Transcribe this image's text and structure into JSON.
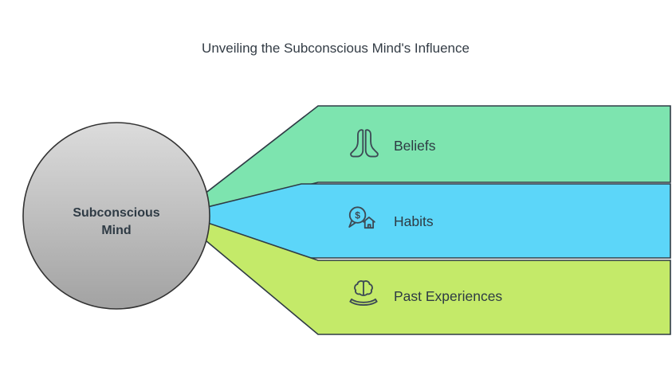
{
  "title": "Unveiling the Subconscious Mind's Influence",
  "center": {
    "label": "Subconscious Mind",
    "lines": [
      "Subconscious",
      "Mind"
    ]
  },
  "items": [
    {
      "label": "Beliefs",
      "icon": "praying-hands-icon",
      "color": "#7de4af"
    },
    {
      "label": "Habits",
      "icon": "money-message-house-icon",
      "color": "#5cd6f9",
      "glyph": "$"
    },
    {
      "label": "Past Experiences",
      "icon": "brain-in-hand-icon",
      "color": "#c4ea69"
    }
  ],
  "colors": {
    "band_outline": "#2f3b45",
    "circle_top": "#dcdcdc",
    "circle_bottom": "#a2a2a2",
    "circle_outline": "#333333",
    "text": "#2f3b45",
    "background": "#ffffff"
  }
}
